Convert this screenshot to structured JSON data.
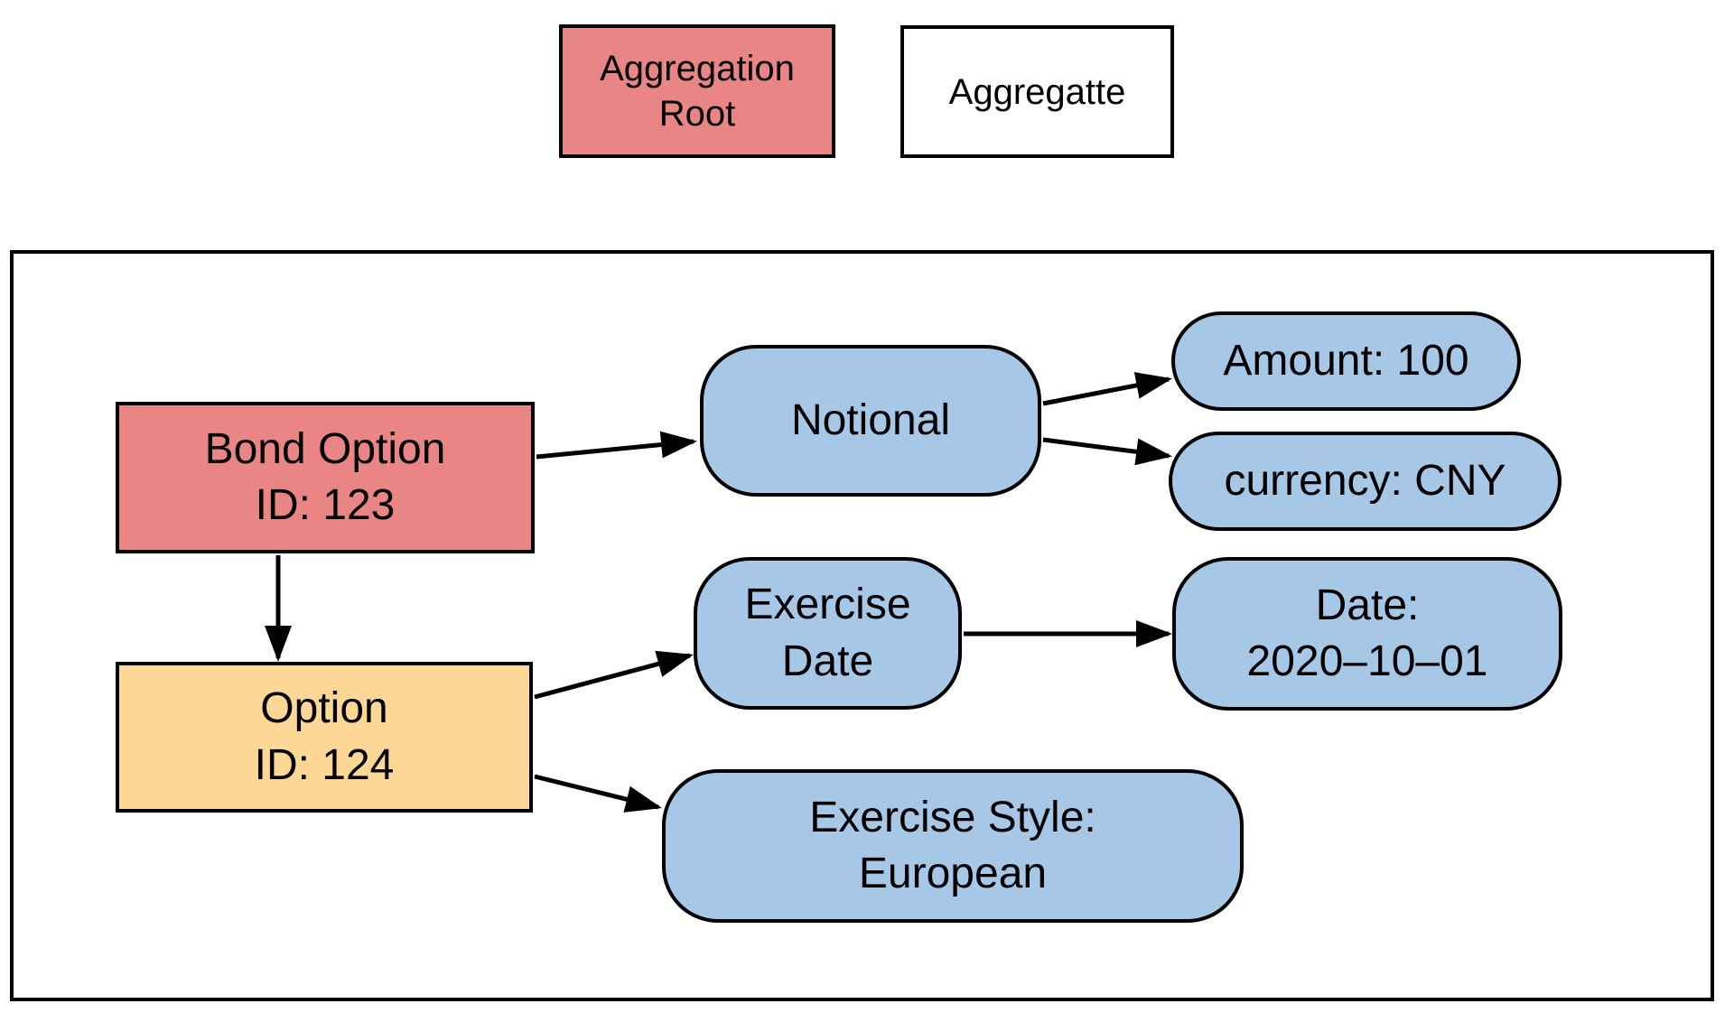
{
  "legend": {
    "items": [
      {
        "label": "Aggregation\nRoot",
        "type": "aggregation-root"
      },
      {
        "label": "Aggregatte",
        "type": "aggregate"
      }
    ]
  },
  "colors": {
    "aggregation_root_fill": "#E98585",
    "entity_fill": "#FDD796",
    "value_object_fill": "#A7C7E7",
    "outline": "#000000",
    "background": "#FFFFFF"
  },
  "diagram": {
    "nodes": {
      "bond_option": {
        "label": "Bond Option\nID: 123",
        "role": "aggregation-root"
      },
      "option": {
        "label": "Option\nID: 124",
        "role": "entity"
      },
      "notional": {
        "label": "Notional",
        "role": "value-object"
      },
      "amount": {
        "label": "Amount: 100",
        "role": "value-object"
      },
      "currency": {
        "label": "currency: CNY",
        "role": "value-object"
      },
      "exercise_date": {
        "label": "Exercise\nDate",
        "role": "value-object"
      },
      "date": {
        "label": "Date:\n2020–10–01",
        "role": "value-object"
      },
      "exercise_style": {
        "label": "Exercise Style:\nEuropean",
        "role": "value-object"
      }
    },
    "edges": [
      {
        "from": "bond_option",
        "to": "notional"
      },
      {
        "from": "notional",
        "to": "amount"
      },
      {
        "from": "notional",
        "to": "currency"
      },
      {
        "from": "bond_option",
        "to": "option"
      },
      {
        "from": "option",
        "to": "exercise_date"
      },
      {
        "from": "exercise_date",
        "to": "date"
      },
      {
        "from": "option",
        "to": "exercise_style"
      }
    ]
  }
}
